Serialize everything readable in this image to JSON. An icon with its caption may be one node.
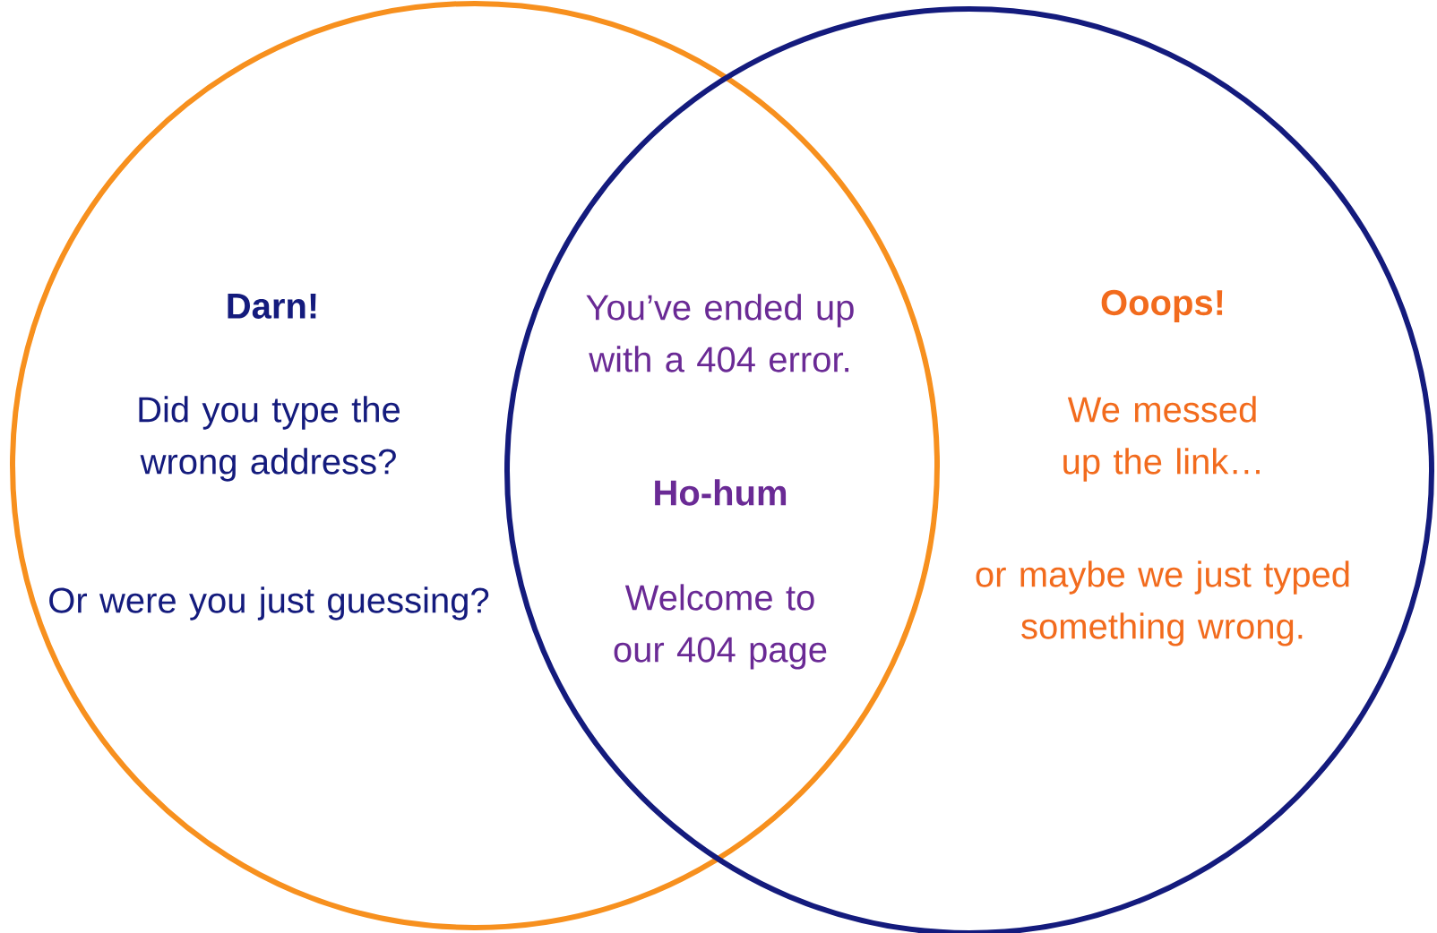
{
  "diagram": {
    "nodes": [
      {
        "text": [
          "Darn!",
          "Did you type the wrong address?",
          "Or were you just guessing?"
        ]
      },
      {
        "text": [
          "Ooops!",
          "We messed up the link…",
          "or maybe we just typed something wrong."
        ]
      }
    ],
    "labels": [
      "You’ve ended up with a 404 error.",
      "Ho-hum",
      "Welcome to our 404 page"
    ]
  }
}
